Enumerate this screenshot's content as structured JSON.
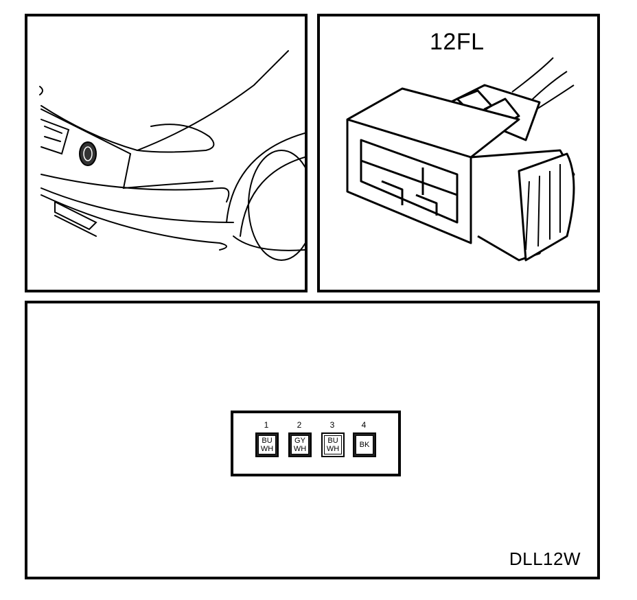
{
  "connector": {
    "id": "12FL",
    "drawing_id": "DLL12W",
    "pins": [
      {
        "number": "1",
        "wire_1": "BU",
        "wire_2": "WH"
      },
      {
        "number": "2",
        "wire_1": "GY",
        "wire_2": "WH"
      },
      {
        "number": "3",
        "wire_1": "BU",
        "wire_2": "WH"
      },
      {
        "number": "4",
        "wire_1": "BK",
        "wire_2": ""
      }
    ]
  }
}
